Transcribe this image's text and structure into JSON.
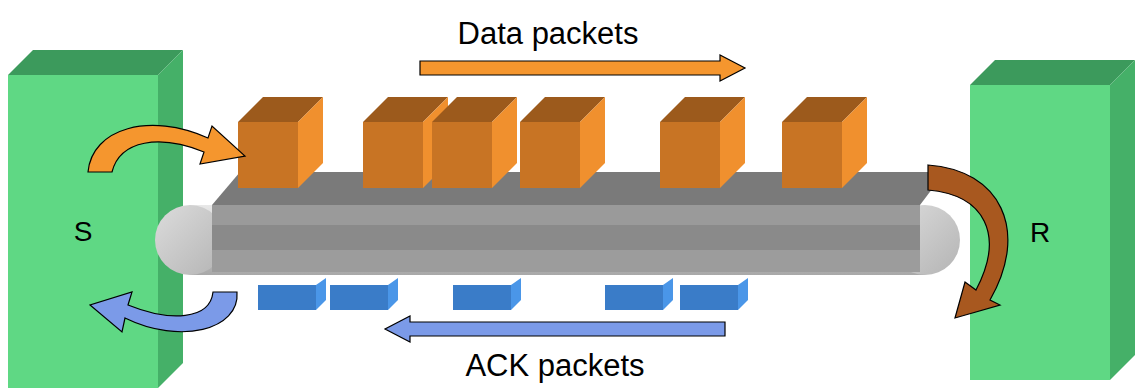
{
  "diagram": {
    "nodes": [
      {
        "text": [
          "S"
        ]
      },
      {
        "text": [
          "R"
        ]
      }
    ],
    "labels": [
      "Data packets",
      "ACK packets"
    ]
  }
}
